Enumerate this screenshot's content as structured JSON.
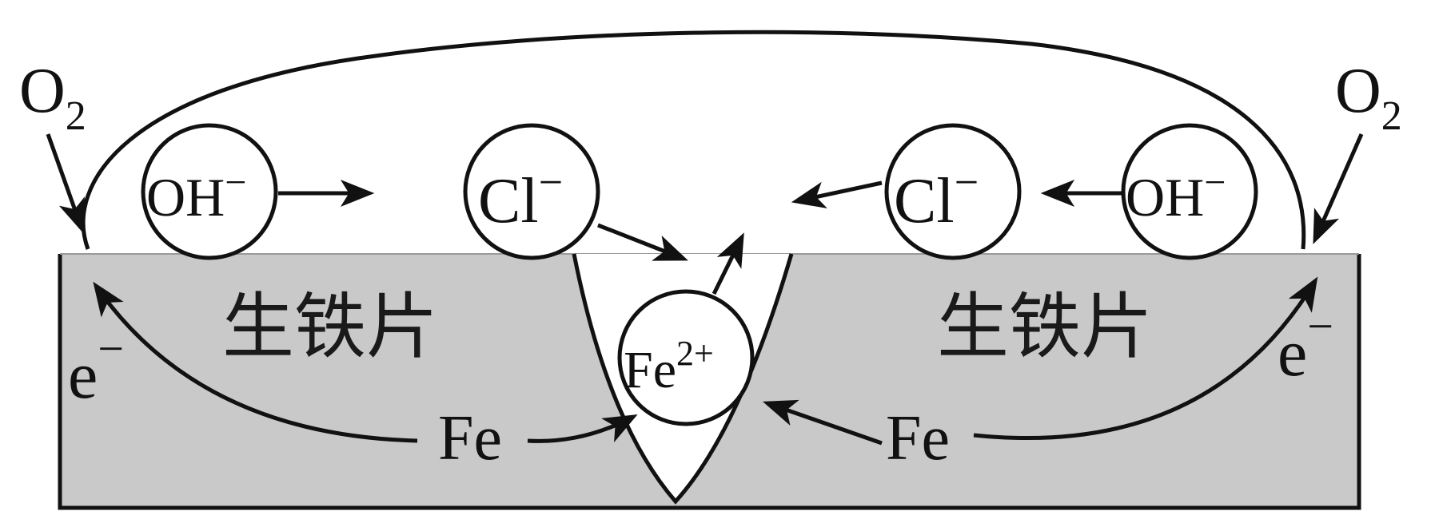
{
  "diagram": {
    "colors": {
      "iron": "#c8c9c8",
      "ink": "#111111",
      "pit": "#ffffff"
    },
    "oxygen": {
      "left": {
        "base": "O",
        "sub": "2"
      },
      "right": {
        "base": "O",
        "sub": "2"
      }
    },
    "ions": {
      "oh_left": {
        "base": "OH",
        "sup": "−"
      },
      "cl_left": {
        "base": "Cl",
        "sup": "−"
      },
      "cl_right": {
        "base": "Cl",
        "sup": "−"
      },
      "oh_right": {
        "base": "OH",
        "sup": "−"
      },
      "fe2": {
        "base": "Fe",
        "sup": "2+"
      }
    },
    "iron_labels": {
      "left": "生铁片",
      "right": "生铁片"
    },
    "fe_labels": {
      "left": "Fe",
      "right": "Fe"
    },
    "electron": {
      "left": {
        "base": "e",
        "sup": "−"
      },
      "right": {
        "base": "e",
        "sup": "−"
      }
    }
  }
}
